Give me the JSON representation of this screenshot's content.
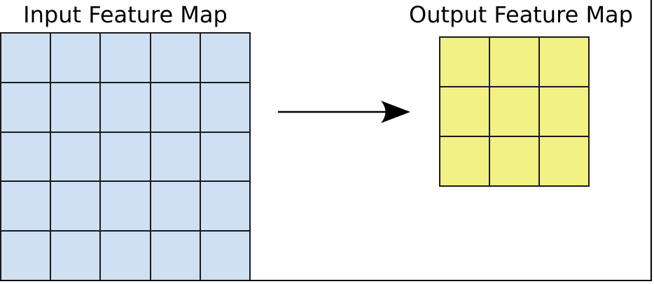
{
  "page": {
    "background": "#ffffff",
    "frame_color": "#000000"
  },
  "input_map": {
    "title": "Input Feature Map",
    "rows": 5,
    "cols": 5,
    "cell_color": "#cfe0f2",
    "line_color": "#1a1a1a"
  },
  "output_map": {
    "title": "Output Feature Map",
    "rows": 3,
    "cols": 3,
    "cell_color": "#f1f185",
    "line_color": "#1a1a1a"
  },
  "arrow": {
    "icon": "right-arrow-icon",
    "color": "#000000"
  }
}
